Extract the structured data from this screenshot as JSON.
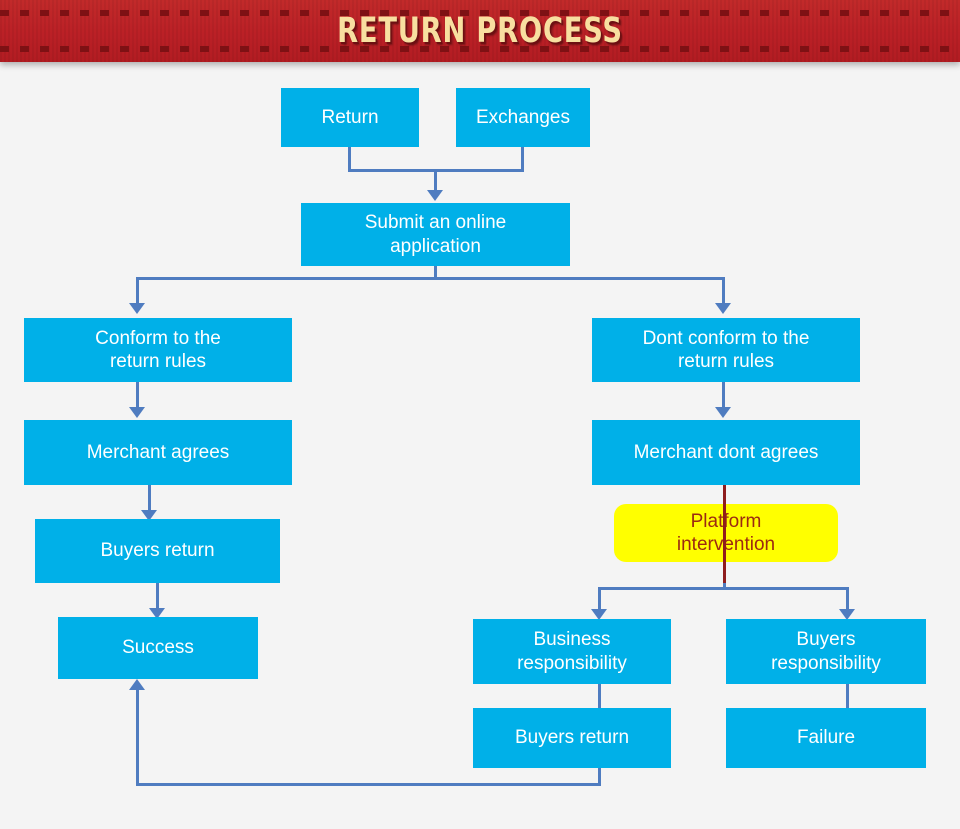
{
  "header": {
    "title": "RETURN PROCESS",
    "banner_color": "#bf2026",
    "title_color": "#f8dfa0",
    "dash_color": "#7e1114"
  },
  "colors": {
    "background": "#f4f4f4",
    "node_fill": "#00b0e8",
    "node_text": "#ffffff",
    "highlight_fill": "#ffff00",
    "highlight_text": "#9c2a11",
    "connector": "#4f7cc0",
    "connector_alt": "#8f1d1d"
  },
  "chart_data": {
    "type": "diagram",
    "title": "RETURN PROCESS",
    "nodes": [
      {
        "id": "return",
        "label": "Return",
        "style": "primary"
      },
      {
        "id": "exchanges",
        "label": "Exchanges",
        "style": "primary"
      },
      {
        "id": "submit",
        "label": "Submit an online application",
        "style": "primary"
      },
      {
        "id": "conform",
        "label": "Conform to the return rules",
        "style": "primary"
      },
      {
        "id": "dont-conform",
        "label": "Dont conform to the return rules",
        "style": "primary"
      },
      {
        "id": "merchant-agrees",
        "label": "Merchant agrees",
        "style": "primary"
      },
      {
        "id": "merchant-dont",
        "label": "Merchant dont agrees",
        "style": "primary"
      },
      {
        "id": "platform",
        "label": "Platform intervention",
        "style": "highlight"
      },
      {
        "id": "buyers-return-l",
        "label": "Buyers return",
        "style": "primary"
      },
      {
        "id": "success",
        "label": "Success",
        "style": "primary"
      },
      {
        "id": "business-resp",
        "label": "Business responsibility",
        "style": "primary"
      },
      {
        "id": "buyers-resp",
        "label": "Buyers responsibility",
        "style": "primary"
      },
      {
        "id": "buyers-return-r",
        "label": "Buyers return",
        "style": "primary"
      },
      {
        "id": "failure",
        "label": "Failure",
        "style": "primary"
      }
    ],
    "edges": [
      {
        "from": "return",
        "to": "submit"
      },
      {
        "from": "exchanges",
        "to": "submit"
      },
      {
        "from": "submit",
        "to": "conform"
      },
      {
        "from": "submit",
        "to": "dont-conform"
      },
      {
        "from": "conform",
        "to": "merchant-agrees"
      },
      {
        "from": "merchant-agrees",
        "to": "buyers-return-l"
      },
      {
        "from": "buyers-return-l",
        "to": "success"
      },
      {
        "from": "dont-conform",
        "to": "merchant-dont"
      },
      {
        "from": "merchant-dont",
        "to": "platform"
      },
      {
        "from": "platform",
        "to": "business-resp"
      },
      {
        "from": "platform",
        "to": "buyers-resp"
      },
      {
        "from": "business-resp",
        "to": "buyers-return-r"
      },
      {
        "from": "buyers-resp",
        "to": "failure"
      },
      {
        "from": "buyers-return-r",
        "to": "success"
      }
    ]
  },
  "nodes": {
    "return": {
      "line1": "Return"
    },
    "exchanges": {
      "line1": "Exchanges"
    },
    "submit": {
      "line1": "Submit an online",
      "line2": "application"
    },
    "conform": {
      "line1": "Conform to the",
      "line2": "return rules"
    },
    "dont_conform": {
      "line1": "Dont conform to the",
      "line2": "return rules"
    },
    "merchant_agrees": {
      "line1": "Merchant agrees"
    },
    "merchant_dont_agrees": {
      "line1": "Merchant dont agrees"
    },
    "platform_intervention": {
      "line1": "Platform",
      "line2": "intervention"
    },
    "buyers_return_left": {
      "line1": "Buyers return"
    },
    "success": {
      "line1": "Success"
    },
    "business_responsibility": {
      "line1": "Business",
      "line2": "responsibility"
    },
    "buyers_responsibility": {
      "line1": "Buyers",
      "line2": "responsibility"
    },
    "buyers_return_right": {
      "line1": "Buyers return"
    },
    "failure": {
      "line1": "Failure"
    }
  }
}
